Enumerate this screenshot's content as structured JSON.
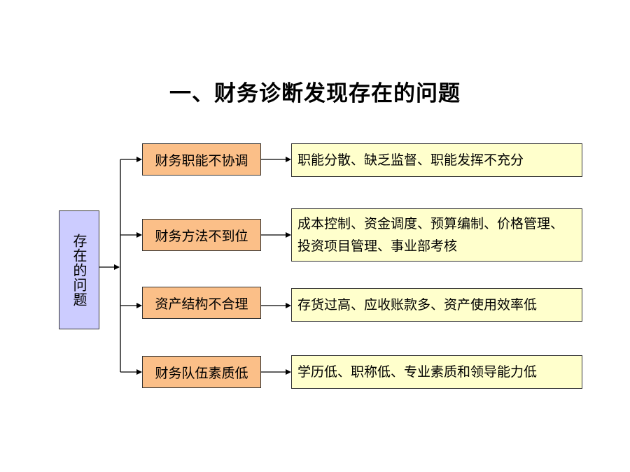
{
  "title": "一、财务诊断发现存在的问题",
  "root": {
    "label": "存在的问题"
  },
  "branches": [
    {
      "category": "财务职能不协调",
      "detail": "职能分散、缺乏监督、职能发挥不充分"
    },
    {
      "category": "财务方法不到位",
      "detail": "成本控制、资金调度、预算编制、价格管理、投资项目管理、事业部考核"
    },
    {
      "category": "资产结构不合理",
      "detail": "存货过高、应收账款多、资产使用效率低"
    },
    {
      "category": "财务队伍素质低",
      "detail": "学历低、职称低、专业素质和领导能力低"
    }
  ],
  "colors": {
    "root_fill": "#ccccff",
    "category_fill": "#fbbf88",
    "detail_fill": "#ffffcc"
  }
}
